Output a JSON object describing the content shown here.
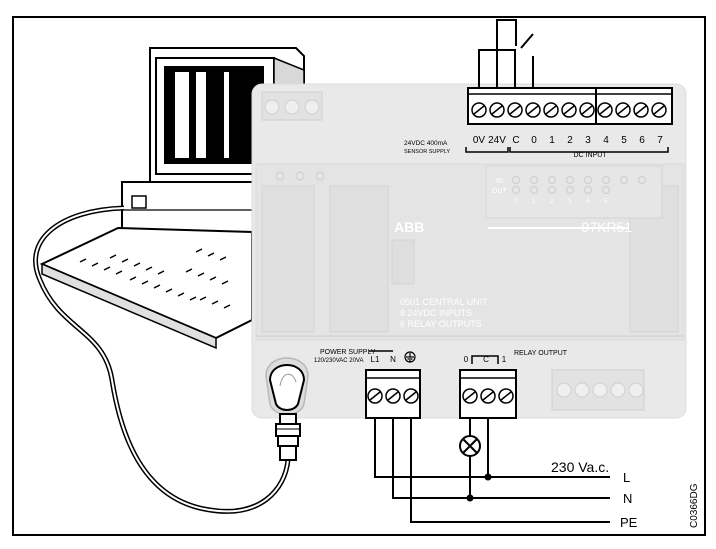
{
  "top_terminal": {
    "supply_label": "24VDC 400mA",
    "supply_sub": "SENSOR SUPPLY",
    "pins": [
      "0V",
      "24V",
      "C",
      "0",
      "1",
      "2",
      "3",
      "4",
      "5",
      "6",
      "7"
    ],
    "dc_input": "DC INPUT"
  },
  "plc": {
    "brand": "ABB",
    "model": "07KR51",
    "desc_lines": [
      "0501 CENTRAL UNIT",
      "8 24VDC INPUTS",
      "6 RELAY OUTPUTS"
    ],
    "io_labels": [
      "IN",
      "OUT"
    ],
    "led_row_numbers": [
      "0",
      "1",
      "2",
      "3",
      "4",
      "5"
    ]
  },
  "power_supply": {
    "title": "POWER SUPPLY",
    "rating": "120/230VAC 20VA",
    "pins": [
      "L1",
      "N"
    ],
    "ground_icon": "protective-earth-icon"
  },
  "relay_output": {
    "title": "RELAY OUTPUT",
    "pins": [
      "0",
      "C",
      "1"
    ]
  },
  "mains": {
    "voltage": "230 Va.c.",
    "lines": [
      "L",
      "N",
      "PE"
    ]
  },
  "drawing_code": "C0366DG",
  "colors": {
    "line": "#000000",
    "plc_fill": "#e9e9e9",
    "ghost_text": "#ffffff"
  }
}
